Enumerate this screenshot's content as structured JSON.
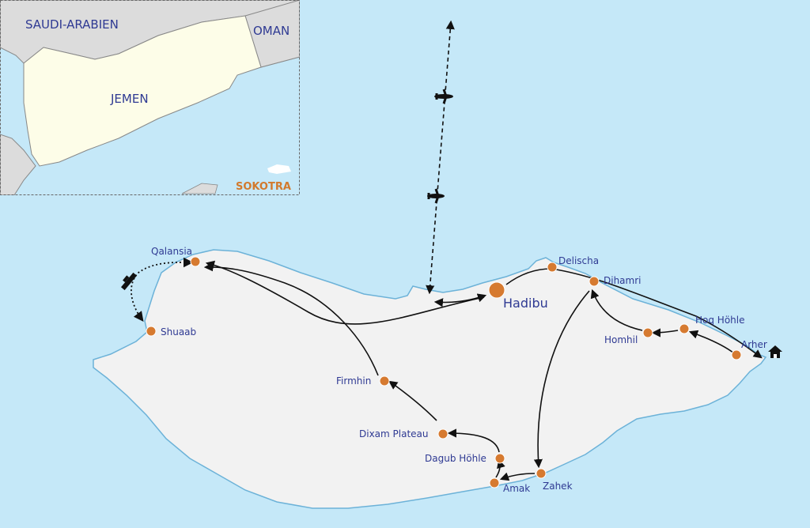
{
  "inset": {
    "labels": {
      "saudi": "SAUDI-ARABIEN",
      "oman": "OMAN",
      "jemen": "JEMEN",
      "sokotra": "SOKOTRA"
    }
  },
  "places": [
    {
      "id": "qalansia",
      "name": "Qalansia"
    },
    {
      "id": "shuaab",
      "name": "Shuaab"
    },
    {
      "id": "hadibu",
      "name": "Hadibu"
    },
    {
      "id": "delischa",
      "name": "Delischa"
    },
    {
      "id": "dihamri",
      "name": "Dihamri"
    },
    {
      "id": "hoq",
      "name": "Hoq Höhle"
    },
    {
      "id": "homhil",
      "name": "Homhil"
    },
    {
      "id": "arher",
      "name": "Arher"
    },
    {
      "id": "firmhin",
      "name": "Firmhin"
    },
    {
      "id": "dixam",
      "name": "Dixam Plateau"
    },
    {
      "id": "dagub",
      "name": "Dagub Höhle"
    },
    {
      "id": "amak",
      "name": "Amak"
    },
    {
      "id": "zahek",
      "name": "Zahek"
    }
  ],
  "colors": {
    "sea": "#c5e8f8",
    "land": "#f2f2f2",
    "yemen": "#fdfde8",
    "neighbor": "#dcdcdc",
    "town": "#d67a30",
    "label": "#2f3a93",
    "sokotra_label": "#d27a2d"
  },
  "icons": {
    "airplane": "airplane-icon",
    "ship": "ship-icon",
    "home": "home-icon"
  }
}
